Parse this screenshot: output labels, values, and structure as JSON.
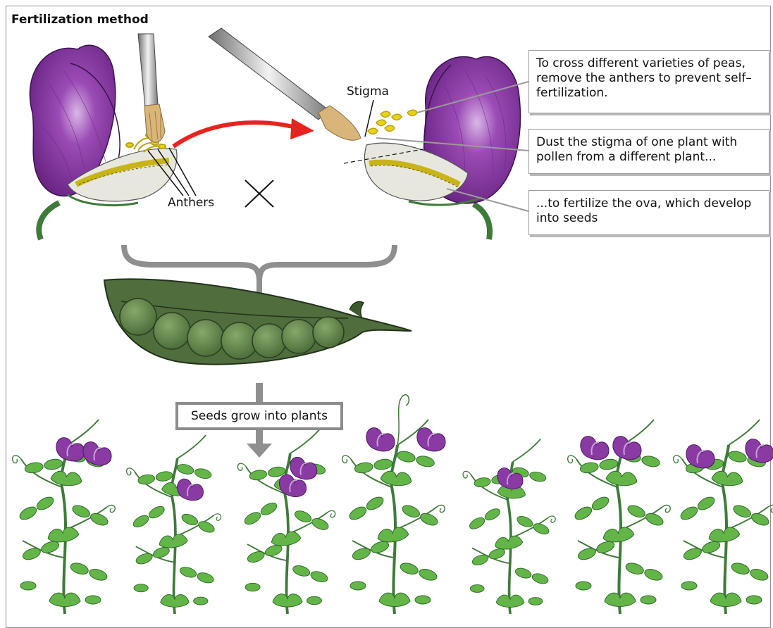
{
  "title": "Fertilization method",
  "labels": {
    "stigma": "Stigma",
    "anthers": "Anthers"
  },
  "callouts": [
    {
      "text": "To cross different varieties of peas, remove the anthers to prevent self–fertilization."
    },
    {
      "text": "Dust the stigma of one plant with pollen from a different plant..."
    },
    {
      "text": "...to fertilize the ova, which develop into seeds"
    }
  ],
  "seeds_label": "Seeds grow into plants",
  "colors": {
    "petal": "#8a3aa3",
    "petal_dark": "#5b1f73",
    "anther_yellow": "#e8d21a",
    "arrow_red": "#e8231f",
    "pod_green": "#4f6d3d",
    "leaf_green": "#63b548",
    "stem_green": "#3f7a3a",
    "connector_gray": "#8f8f8f"
  },
  "icons": [
    "paintbrush-icon",
    "cross-x-icon",
    "flower-icon",
    "pea-pod-icon",
    "pea-plant-icon"
  ]
}
